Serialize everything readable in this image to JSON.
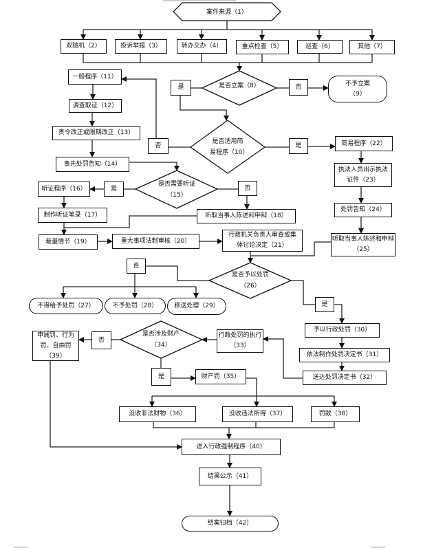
{
  "decisions": {
    "yes": "是",
    "no": "否"
  },
  "nodes": {
    "n1": "案件来源（1）",
    "n2": "双随机（2）",
    "n3": "投诉举报（3）",
    "n4": "转办交办（4）",
    "n5": "重点检查（5）",
    "n6": "巡查（6）",
    "n7": "其他（7）",
    "n8": "是否立案（8）",
    "n9": "不予立案（9）",
    "n10": "是否适用简易程序（10）",
    "n11": "一般程序（11）",
    "n12": "调查取证（12）",
    "n13": "责令改正或限期改正（13）",
    "n14": "事先处罚告知（14）",
    "n15": "是否需要听证（15）",
    "n16": "听证程序（16）",
    "n17": "制作听证笔录（17）",
    "n18": "听取当事人陈述和申辩（18）",
    "n19": "裁量情节（19）",
    "n20": "重大事项法制审核（20）",
    "n21": "行政机关负责人审查或集体讨论决定（21）",
    "n22": "简易程序（22）",
    "n23": "执法人员出示执法证件（23）",
    "n24": "处罚告知（24）",
    "n25": "听取当事人陈述和申辩（25）",
    "n26": "是否予以处罚（26）",
    "n27": "不得给予处罚（27）",
    "n28": "不予处罚（28）",
    "n29": "移送处理（29）",
    "n30": "予以行政处罚（30）",
    "n31": "依法制作处罚决定书（31）",
    "n32": "送达处罚决定书（32）",
    "n33": "行政处罚的执行（33）",
    "n34": "是否涉及财产（34）",
    "n35": "财产罚（35）",
    "n36": "没收非法财物（36）",
    "n37": "没收违法所得（37）",
    "n38": "罚款（38）",
    "n39": "申诫罚、行为罚、自由罚（39）",
    "n40": "进入行政强制程序（40）",
    "n41": "结果公示（41）",
    "n42": "结案归档（42）"
  }
}
